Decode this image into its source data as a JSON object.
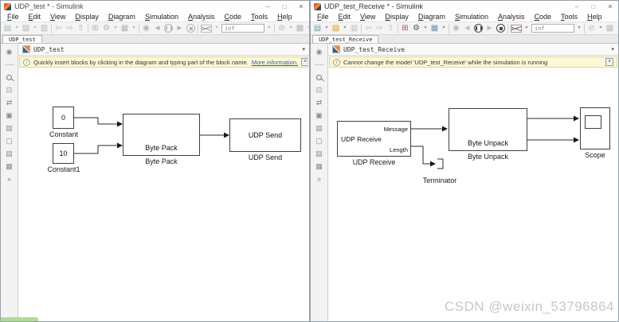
{
  "colors": {
    "notification_bg": "#fcf8d4",
    "link_blue": "#2e5cb8",
    "canvas_bg": "#ffffff",
    "wire": "#000000",
    "watermark_gray": "#c7c7c7",
    "status_green": "#aedd97",
    "open_icon_orange": "#e09a36"
  },
  "watermark": "CSDN @weixin_53796864",
  "window_controls": {
    "minimize": "–",
    "maximize": "□",
    "close": "✕"
  },
  "menubar": [
    "File",
    "Edit",
    "View",
    "Display",
    "Diagram",
    "Simulation",
    "Analysis",
    "Code",
    "Tools",
    "Help"
  ],
  "toolbar": {
    "items": [
      {
        "name": "new-model-icon",
        "glyph": "▤",
        "cls": "c-new"
      },
      {
        "name": "new-model-caret-icon",
        "glyph": "▾",
        "cls": "caret"
      },
      {
        "name": "open-model-icon",
        "glyph": "▨",
        "cls": "c-open"
      },
      {
        "name": "open-model-caret-icon",
        "glyph": "▾",
        "cls": "caret"
      },
      {
        "name": "save-model-icon",
        "glyph": "▥",
        "cls": "dis"
      },
      {
        "name": "toolbar-separator",
        "glyph": "",
        "cls": "sep"
      },
      {
        "name": "back-icon",
        "glyph": "⇦",
        "cls": "dis"
      },
      {
        "name": "forward-icon",
        "glyph": "⇨",
        "cls": "dis"
      },
      {
        "name": "up-to-parent-icon",
        "glyph": "⇧",
        "cls": "dis"
      },
      {
        "name": "toolbar-separator",
        "glyph": "",
        "cls": "sep"
      },
      {
        "name": "library-browser-icon",
        "glyph": "⊞",
        "cls": "c-lib"
      },
      {
        "name": "model-config-gear-icon",
        "glyph": "⚙",
        "cls": "c-gear"
      },
      {
        "name": "model-config-caret-icon",
        "glyph": "▾",
        "cls": "caret"
      },
      {
        "name": "model-settings-icon",
        "glyph": "▦",
        "cls": "c-board"
      },
      {
        "name": "model-settings-caret-icon",
        "glyph": "▾",
        "cls": "caret"
      },
      {
        "name": "toolbar-separator",
        "glyph": "",
        "cls": "sep"
      },
      {
        "name": "connect-target-icon",
        "glyph": "◉",
        "cls": "dis"
      },
      {
        "name": "step-back-icon",
        "glyph": "◄",
        "cls": "dis"
      },
      {
        "name": "pause-icon",
        "glyph": "",
        "cls": "circ circ-pause on"
      },
      {
        "name": "step-forward-icon",
        "glyph": "►",
        "cls": "dis"
      },
      {
        "name": "stop-icon",
        "glyph": "",
        "cls": "circ circ-stop on"
      },
      {
        "name": "toolbar-separator",
        "glyph": "",
        "cls": "sep"
      },
      {
        "name": "data-inspector-icon",
        "glyph": "",
        "cls": "scopebox"
      },
      {
        "name": "data-inspector-caret-icon",
        "glyph": "▾",
        "cls": "caret"
      }
    ],
    "items_after": [
      {
        "name": "sim-time-caret-icon",
        "glyph": "▾",
        "cls": "caret"
      },
      {
        "name": "toolbar-separator",
        "glyph": "",
        "cls": "sep"
      },
      {
        "name": "update-diagram-icon",
        "glyph": "⊘",
        "cls": "dis"
      },
      {
        "name": "update-diagram-caret-icon",
        "glyph": "▾",
        "cls": "caret"
      },
      {
        "name": "build-icon",
        "glyph": "▩",
        "cls": "dis"
      },
      {
        "name": "build-caret-icon",
        "glyph": "▾",
        "cls": "caret"
      }
    ]
  },
  "sidebar": {
    "top": [
      {
        "name": "hide-browser-icon",
        "glyph": "◉",
        "cls": ""
      },
      {
        "name": "sidebar-divider",
        "glyph": "",
        "cls": "sdiv"
      },
      {
        "name": "zoom-icon",
        "glyph": "",
        "cls": "mag"
      },
      {
        "name": "fit-to-view-icon",
        "glyph": "⊡",
        "cls": ""
      },
      {
        "name": "signal-routing-icon",
        "glyph": "⇄",
        "cls": ""
      },
      {
        "name": "annotation-icon",
        "glyph": "▣",
        "cls": ""
      },
      {
        "name": "image-icon",
        "glyph": "▤",
        "cls": "dim"
      },
      {
        "name": "area-box-icon",
        "glyph": "▢",
        "cls": "dim"
      }
    ],
    "bottom": [
      {
        "name": "screenshot-icon",
        "glyph": "▤",
        "cls": ""
      },
      {
        "name": "model-data-icon",
        "glyph": "▦",
        "cls": ""
      },
      {
        "name": "expand-strip-icon",
        "glyph": "»",
        "cls": ""
      }
    ]
  },
  "left": {
    "title": "UDP_test * - Simulink",
    "tab": "UDP_test",
    "breadcrumb": "UDP_test",
    "sim_time": "inf",
    "notification": {
      "text": "Quickly insert blocks by clicking in the diagram and typing part of the block name.",
      "link": "More information.",
      "close": "×"
    },
    "blocks": {
      "constant0": {
        "value": "0",
        "label": "Constant"
      },
      "constant1": {
        "value": "10",
        "label": "Constant1"
      },
      "byte_pack": {
        "text": "Byte Pack",
        "label": "Byte Pack"
      },
      "udp_send": {
        "text": "UDP Send",
        "label": "UDP Send"
      }
    }
  },
  "right": {
    "title": "UDP_test_Receive * - Simulink",
    "tab": "UDP_test_Receive",
    "breadcrumb": "UDP_test_Receive",
    "sim_time": "inf",
    "notification": {
      "text": "Cannot change the model 'UDP_test_Receive' while the simulation is running",
      "close": "×"
    },
    "blocks": {
      "udp_receive": {
        "port_top": "Message",
        "text": "UDP Receive",
        "port_bottom": "Length",
        "label": "UDP Receive"
      },
      "byte_unpack": {
        "text": "Byte Unpack",
        "label": "Byte Unpack"
      },
      "terminator": {
        "label": "Terminator"
      },
      "scope": {
        "label": "Scope"
      }
    }
  }
}
